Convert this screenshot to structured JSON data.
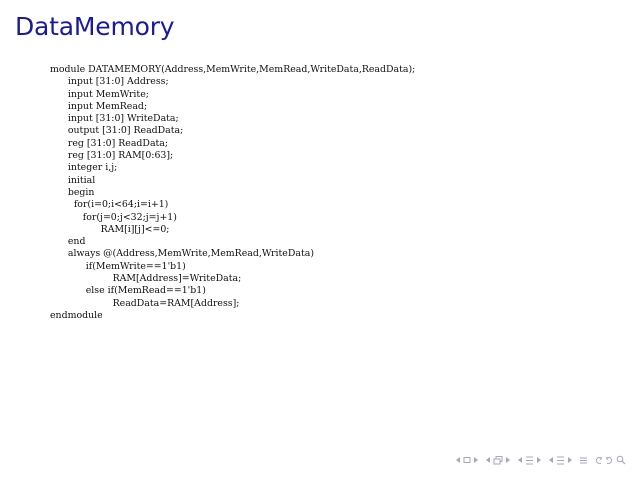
{
  "slide": {
    "title": "DataMemory"
  },
  "code": {
    "lines": [
      "module DATAMEMORY(Address,MemWrite,MemRead,WriteData,ReadData);",
      "      input [31:0] Address;",
      "      input MemWrite;",
      "      input MemRead;",
      "      input [31:0] WriteData;",
      "      output [31:0] ReadData;",
      "      reg [31:0] ReadData;",
      "      reg [31:0] RAM[0:63];",
      "      integer i,j;",
      "      initial",
      "      begin",
      "        for(i=0;i<64;i=i+1)",
      "           for(j=0;j<32;j=j+1)",
      "                 RAM[i][j]<=0;",
      "      end",
      "      always @(Address,MemWrite,MemRead,WriteData)",
      "            if(MemWrite==1'b1)",
      "                     RAM[Address]=WriteData;",
      "            else if(MemRead==1'b1)",
      "                     ReadData=RAM[Address];",
      "endmodule"
    ]
  },
  "navigation": {
    "color": "#a5a5c8",
    "icons": [
      "frame-prev-icon",
      "frame-next-icon",
      "subsection-prev-icon",
      "subsection-next-icon",
      "section-prev-icon",
      "section-next-icon",
      "slide-prev-icon",
      "slide-next-icon",
      "toc-icon",
      "back-icon",
      "forward-icon",
      "search-icon"
    ]
  },
  "colors": {
    "title": "#1a1a9e",
    "text": "#111111",
    "background": "#ffffff"
  }
}
